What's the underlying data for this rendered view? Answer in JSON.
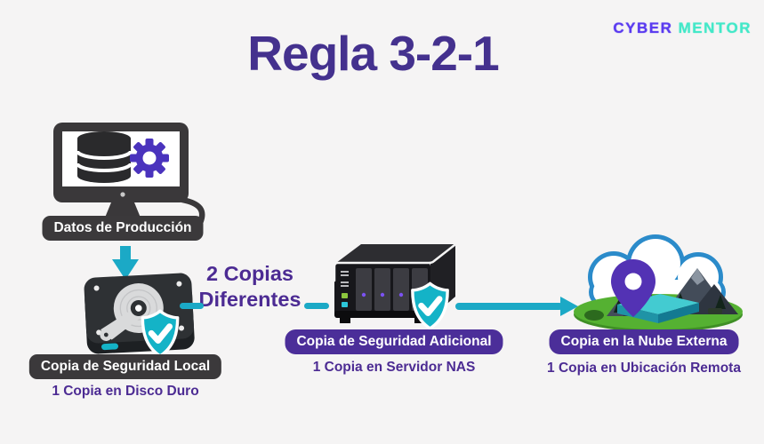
{
  "title": "Regla 3-2-1",
  "logo": {
    "cyber": "CYBER",
    "mentor": "MENTOR"
  },
  "middle": {
    "line1": "2 Copias",
    "line2": "Diferentes"
  },
  "nodes": {
    "production": {
      "label": "Datos de Producción"
    },
    "local": {
      "badge": "Copia de Seguridad Local",
      "caption": "1 Copia en Disco Duro"
    },
    "nas": {
      "badge": "Copia de Seguridad Adicional",
      "caption": "1 Copia en Servidor NAS"
    },
    "cloud": {
      "badge": "Copia en la Nube Externa",
      "caption": "1 Copia en Ubicación Remota"
    }
  },
  "icons": {
    "production-computer-icon": "monitor with database cylinder and gear",
    "database-icon": "stacked cylinder",
    "gear-icon": "cog",
    "arrow-down-icon": "solid teal down arrow",
    "hard-drive-icon": "hdd platter with actuator arm",
    "shield-check-icon": "teal shield with white checkmark",
    "nas-server-icon": "4-bay black NAS box",
    "arrow-right-icon": "solid teal right arrow",
    "cloud-location-icon": "cloud with mountains, island and pin",
    "location-pin-icon": "purple map pin"
  },
  "colors": {
    "background": "#f5f4f4",
    "title": "#44318e",
    "purpleText": "#4c2b93",
    "badgePurple": "#4b2e99",
    "badgeDark": "#3b393b",
    "teal": "#1ba9c6",
    "shieldTeal": "#14b3c7",
    "gearPurple": "#4a33bd",
    "logoPurple": "#5a3bf0",
    "logoMint": "#43e8c8",
    "iconDark": "#3a383a"
  }
}
